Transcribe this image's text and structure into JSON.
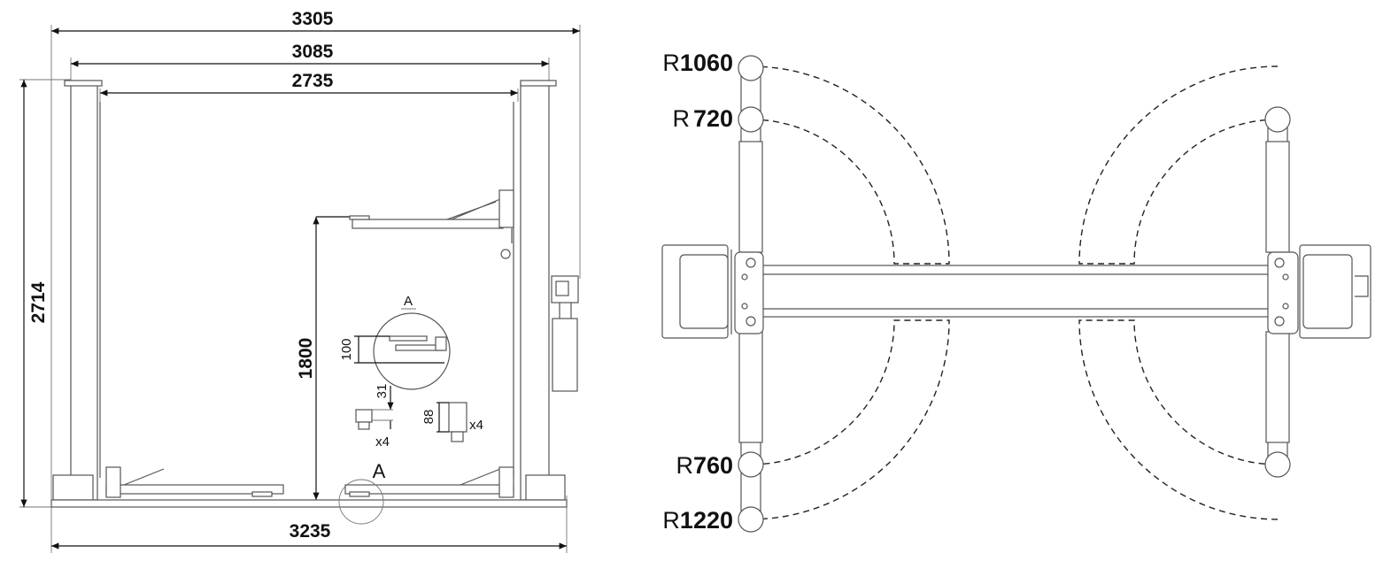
{
  "front_view": {
    "dimensions": {
      "overall_width": "3305",
      "column_outer_width": "3085",
      "inner_clearance": "2735",
      "height": "2714",
      "base_width": "3235",
      "arm_height": "1800"
    },
    "detail": {
      "label": "A",
      "pad_height": "100",
      "adapter_short_height": "31",
      "adapter_short_qty": "x4",
      "adapter_tall_height": "88",
      "adapter_tall_qty": "x4",
      "callout_label": "A"
    }
  },
  "top_view": {
    "radii": [
      {
        "prefix": "R",
        "value": "1060"
      },
      {
        "prefix": "R",
        "value": "720"
      },
      {
        "prefix": "R",
        "value": "760"
      },
      {
        "prefix": "R",
        "value": "1220"
      }
    ]
  }
}
